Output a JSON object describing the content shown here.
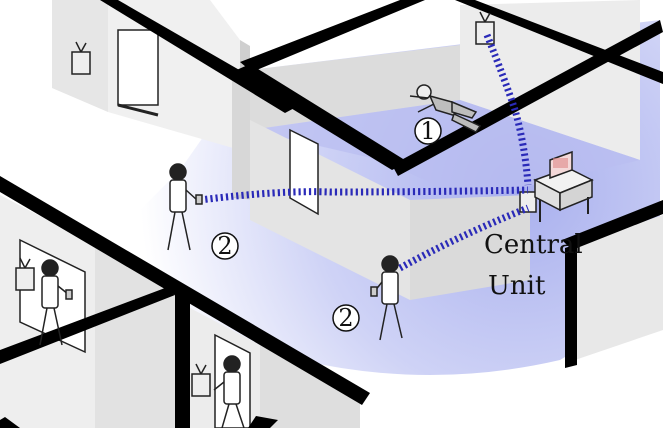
{
  "labels": {
    "central_unit_line1": "Central",
    "central_unit_line2": "Unit",
    "marker_fallen": "1",
    "marker_caregiver_a": "2",
    "marker_caregiver_b": "2"
  },
  "colors": {
    "wave": "#2a2ab8",
    "floor_glow": "#c9cdf2",
    "wall_top": "#000000",
    "wall_face": "#e9e9e9",
    "wall_face_dark": "#d4d4d4"
  },
  "icons": {
    "sensor": "wall-sensor-icon",
    "person": "person-icon",
    "fallen_person": "fallen-person-icon",
    "central_unit": "central-unit-icon"
  }
}
